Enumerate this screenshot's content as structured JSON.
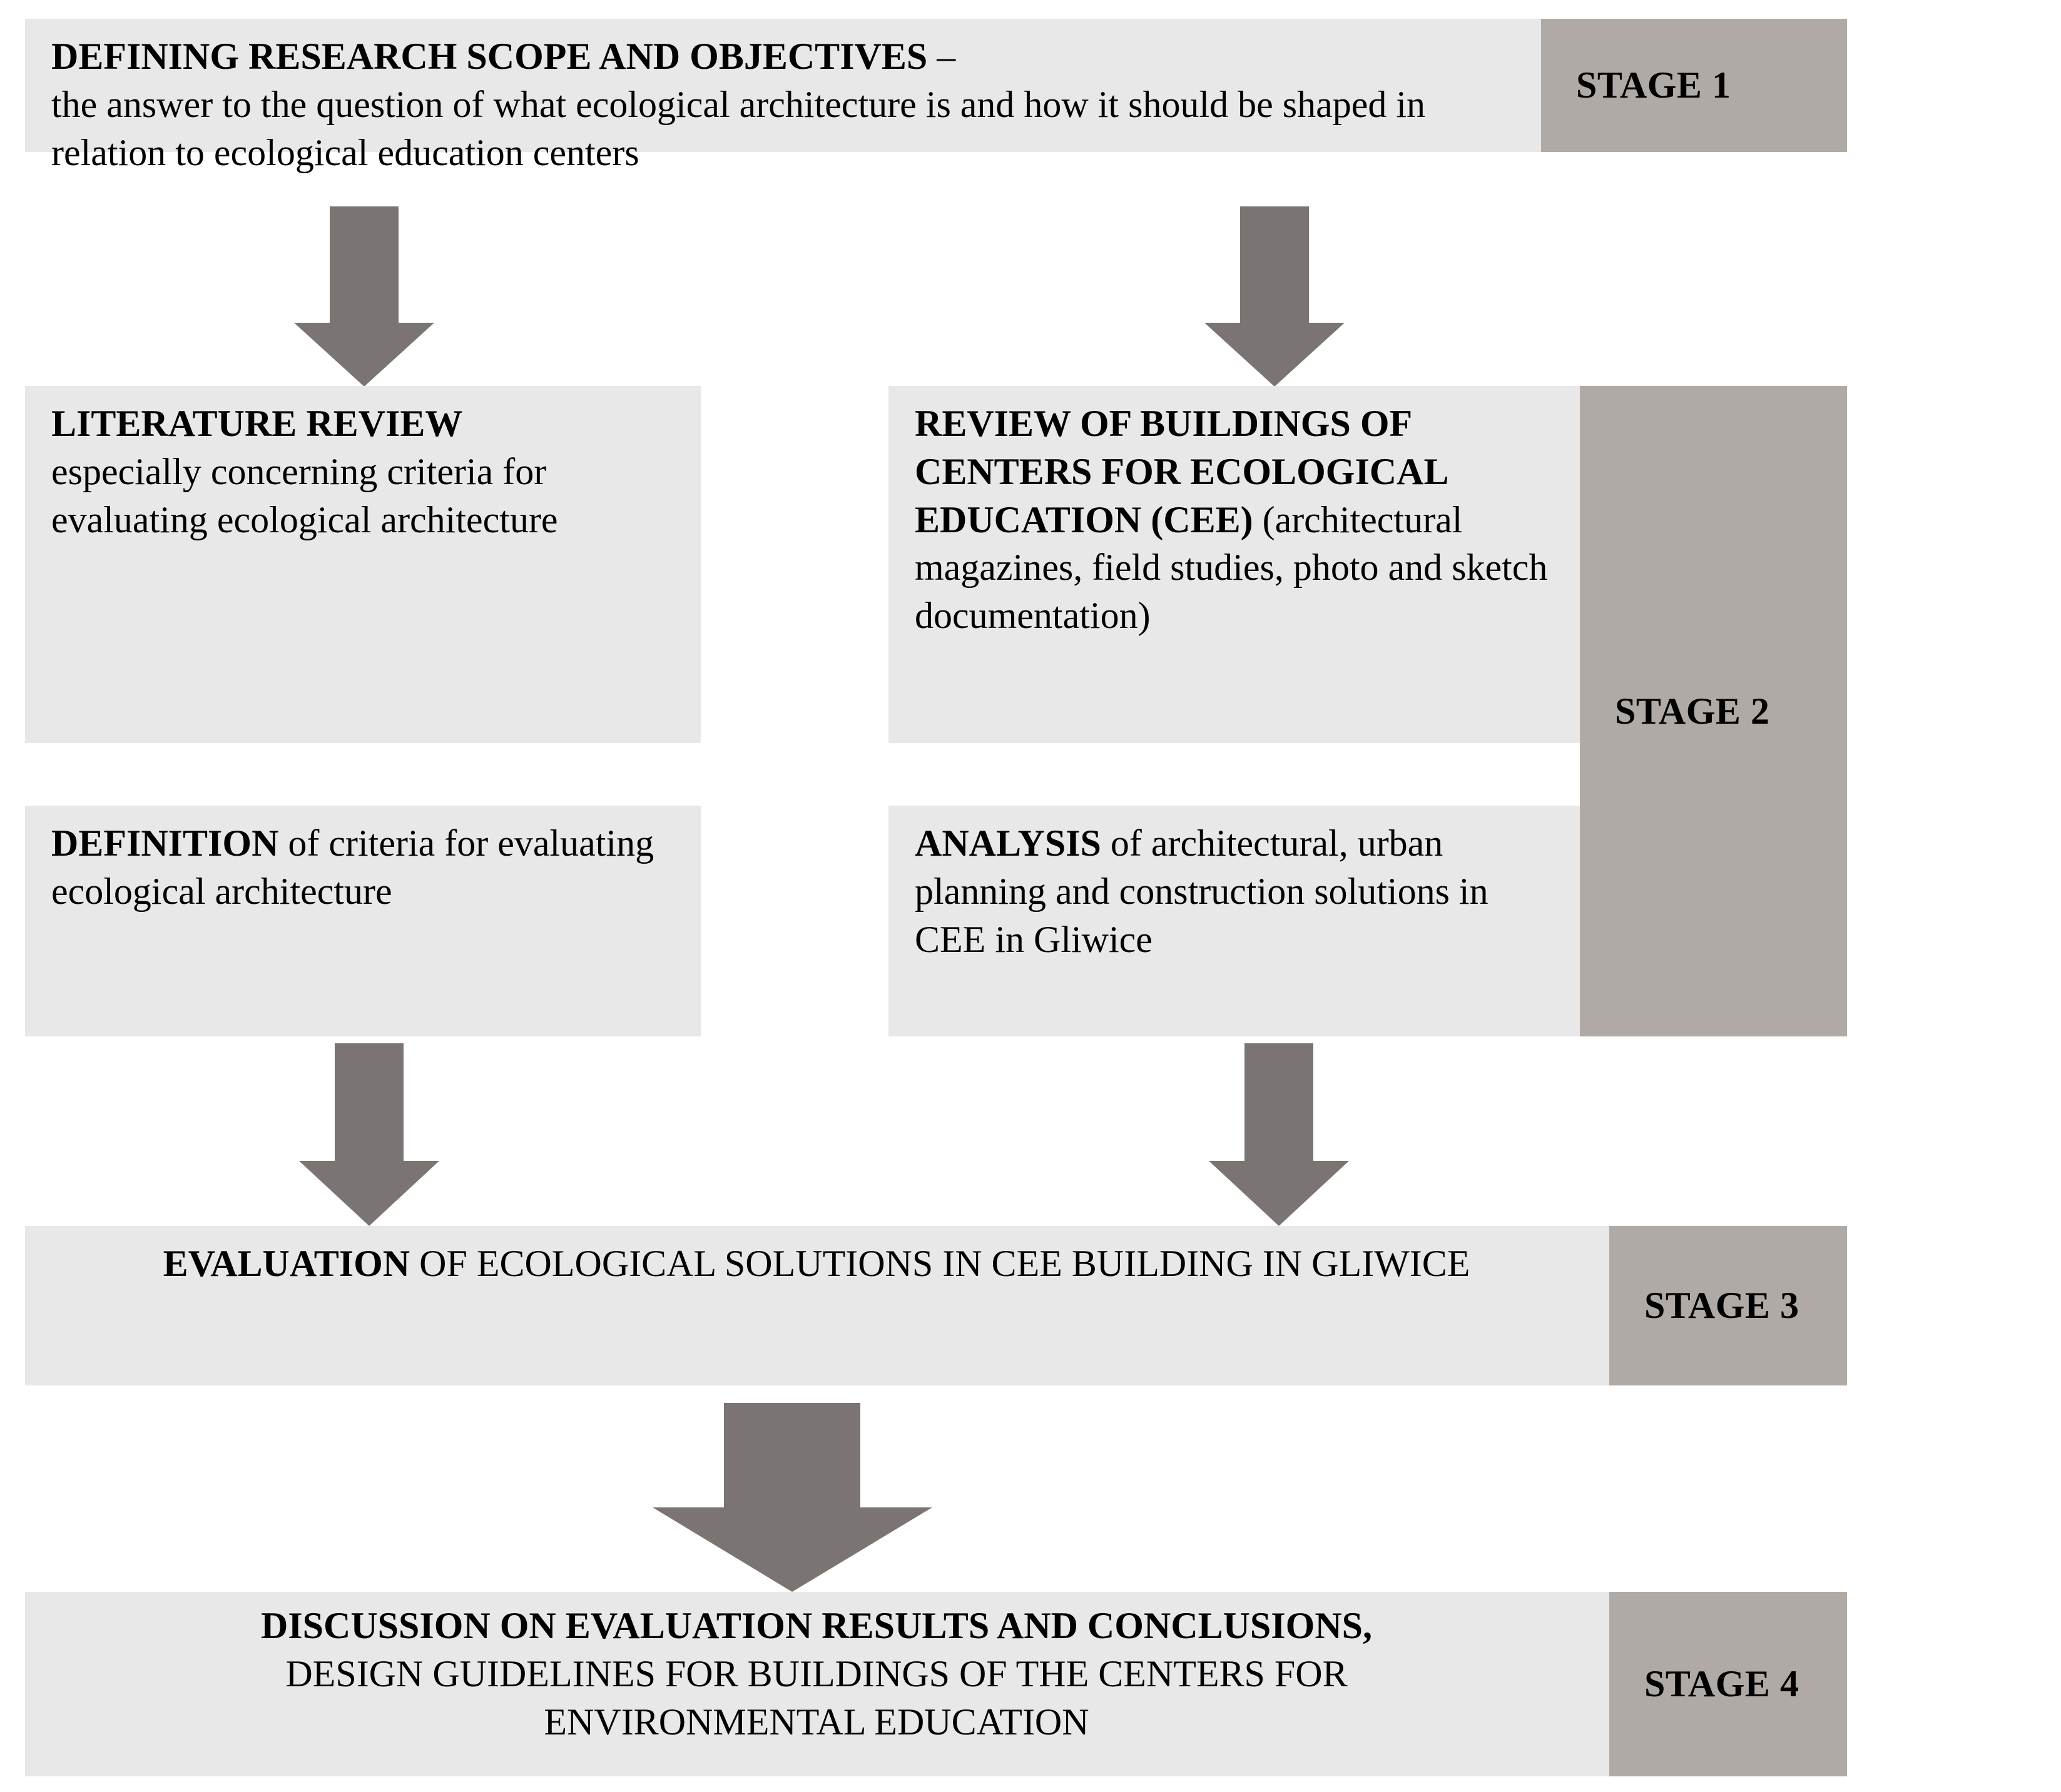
{
  "colors": {
    "box_fill": "#e8e8e8",
    "stage_fill": "#b0aaa6",
    "arrow_fill": "#7a7572",
    "text": "#000000"
  },
  "diagram_data": {
    "type": "flowchart",
    "title": "Research methodology flowchart",
    "orientation": "top-to-bottom",
    "stages": [
      {
        "label": "STAGE 1"
      },
      {
        "label": "STAGE 2"
      },
      {
        "label": "STAGE 3"
      },
      {
        "label": "STAGE 4"
      }
    ],
    "nodes": [
      {
        "id": "scope",
        "stage": "STAGE 1",
        "heading": "DEFINING RESEARCH SCOPE AND OBJECTIVES",
        "separator": " – ",
        "body": "the answer to the question of what ecological architecture is and how it should be shaped in relation to ecological education centers"
      },
      {
        "id": "literature-review",
        "stage": "STAGE 2",
        "heading": "LITERATURE REVIEW",
        "body": "especially concerning criteria for evaluating ecological architecture"
      },
      {
        "id": "review-buildings",
        "stage": "STAGE 2",
        "heading": "REVIEW OF BUILDINGS OF CENTERS FOR ECOLOGICAL EDUCATION (CEE)",
        "body": "(architectural magazines, field studies, photo and sketch documentation)"
      },
      {
        "id": "definition",
        "stage": "STAGE 2",
        "heading": "DEFINITION",
        "body": "of criteria for evaluating ecological architecture"
      },
      {
        "id": "analysis",
        "stage": "STAGE 2",
        "heading": "ANALYSIS",
        "body": "of architectural, urban planning and construction solutions in CEE in Gliwice"
      },
      {
        "id": "evaluation",
        "stage": "STAGE 3",
        "heading": "EVALUATION",
        "body": "OF ECOLOGICAL SOLUTIONS IN CEE BUILDING IN GLIWICE"
      },
      {
        "id": "discussion",
        "stage": "STAGE 4",
        "heading": "DISCUSSION ON EVALUATION RESULTS AND CONCLUSIONS,",
        "body_line1": "DESIGN GUIDELINES FOR BUILDINGS OF THE CENTERS FOR",
        "body_line2": "ENVIRONMENTAL EDUCATION"
      }
    ],
    "edges": [
      {
        "from": "scope",
        "to": "literature-review",
        "type": "down-arrow"
      },
      {
        "from": "scope",
        "to": "review-buildings",
        "type": "down-arrow"
      },
      {
        "from": "definition",
        "to": "evaluation",
        "type": "down-arrow"
      },
      {
        "from": "analysis",
        "to": "evaluation",
        "type": "down-arrow"
      },
      {
        "from": "evaluation",
        "to": "discussion",
        "type": "down-arrow-large"
      }
    ]
  },
  "stage1": {
    "label": "STAGE 1",
    "heading": "DEFINING RESEARCH SCOPE AND OBJECTIVES",
    "dash": " – ",
    "body": "the answer to the question of what ecological architecture is and how it should be shaped in relation to ecological education centers"
  },
  "stage2": {
    "label": "STAGE 2",
    "literature": {
      "heading": "LITERATURE REVIEW",
      "body": "especially concerning criteria for evaluating ecological architecture"
    },
    "review": {
      "heading": "REVIEW OF BUILDINGS OF CENTERS FOR ECOLOGICAL EDUCATION (CEE)",
      "body": " (architectural magazines, field studies, photo and sketch documentation)"
    },
    "definition": {
      "heading": "DEFINITION",
      "body": " of criteria for evaluating ecological architecture"
    },
    "analysis": {
      "heading": "ANALYSIS",
      "body": " of architectural, urban planning and construction solutions in CEE in Gliwice"
    }
  },
  "stage3": {
    "label": "STAGE 3",
    "heading": "EVALUATION",
    "body": " OF ECOLOGICAL SOLUTIONS IN CEE BUILDING IN GLIWICE"
  },
  "stage4": {
    "label": "STAGE 4",
    "line1": "DISCUSSION ON EVALUATION RESULTS AND CONCLUSIONS,",
    "line2": "DESIGN GUIDELINES FOR BUILDINGS OF THE CENTERS FOR",
    "line3": "ENVIRONMENTAL EDUCATION"
  },
  "arrows": {
    "scope_to_literature": "down-arrow-icon",
    "scope_to_review": "down-arrow-icon",
    "definition_to_evaluation": "down-arrow-icon",
    "analysis_to_evaluation": "down-arrow-icon",
    "evaluation_to_discussion": "down-arrow-large-icon"
  }
}
